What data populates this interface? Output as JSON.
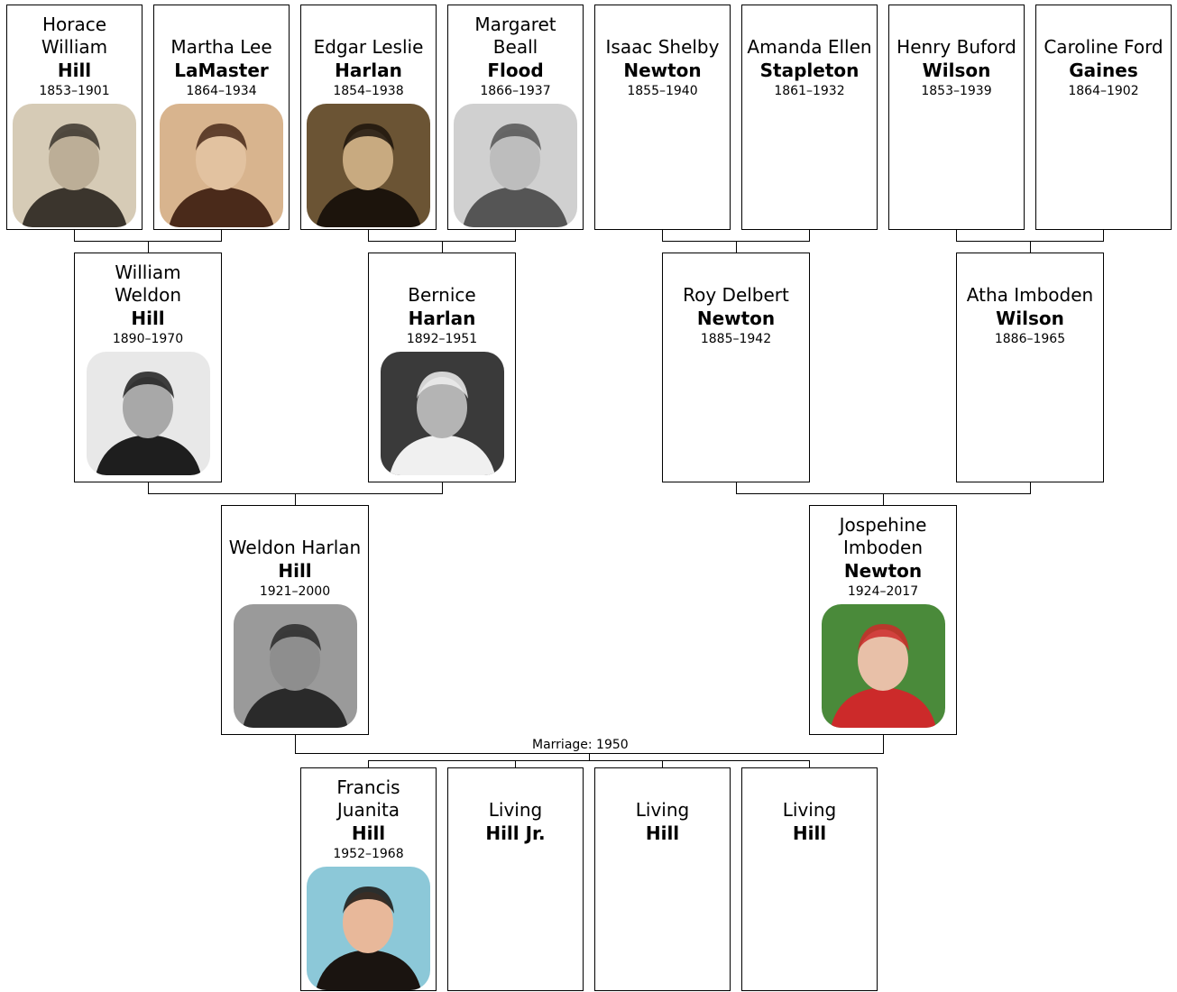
{
  "people": {
    "horace": {
      "given": "Horace\nWilliam",
      "surname": "Hill",
      "years": "1853–1901",
      "photo": {
        "bg": "#d6cbb6",
        "fg": "#3b352d",
        "skin": "#bcae97"
      }
    },
    "martha": {
      "given": "Martha Lee",
      "surname": "LaMaster",
      "years": "1864–1934",
      "photo": {
        "bg": "#d8b48e",
        "fg": "#4a2a1a",
        "skin": "#e2c2a0"
      }
    },
    "edgar": {
      "given": "Edgar Leslie",
      "surname": "Harlan",
      "years": "1854–1938",
      "photo": {
        "bg": "#6b5434",
        "fg": "#1c140c",
        "skin": "#c8aa80"
      }
    },
    "margaret": {
      "given": "Margaret\nBeall",
      "surname": "Flood",
      "years": "1866–1937",
      "photo": {
        "bg": "#d0d0d0",
        "fg": "#555555",
        "skin": "#bdbdbd"
      }
    },
    "isaac": {
      "given": "Isaac Shelby",
      "surname": "Newton",
      "years": "1855–1940"
    },
    "amanda": {
      "given": "Amanda Ellen",
      "surname": "Stapleton",
      "years": "1861–1932"
    },
    "henry": {
      "given": "Henry Buford",
      "surname": "Wilson",
      "years": "1853–1939"
    },
    "caroline": {
      "given": "Caroline Ford",
      "surname": "Gaines",
      "years": "1864–1902"
    },
    "william": {
      "given": "William\nWeldon",
      "surname": "Hill",
      "years": "1890–1970",
      "photo": {
        "bg": "#e8e8e8",
        "fg": "#1e1e1e",
        "skin": "#a8a8a8"
      }
    },
    "bernice": {
      "given": "Bernice",
      "surname": "Harlan",
      "years": "1892–1951",
      "photo": {
        "bg": "#3a3a3a",
        "fg": "#f0f0f0",
        "skin": "#b4b4b4"
      }
    },
    "roy": {
      "given": "Roy Delbert",
      "surname": "Newton",
      "years": "1885–1942"
    },
    "atha": {
      "given": "Atha Imboden",
      "surname": "Wilson",
      "years": "1886–1965"
    },
    "weldon": {
      "given": "Weldon Harlan",
      "surname": "Hill",
      "years": "1921–2000",
      "photo": {
        "bg": "#9a9a9a",
        "fg": "#2a2a2a",
        "skin": "#8e8e8e"
      }
    },
    "josephine": {
      "given": "Jospehine\nImboden",
      "surname": "Newton",
      "years": "1924–2017",
      "photo": {
        "bg": "#4a8a3a",
        "fg": "#cc2a2a",
        "skin": "#e8c0a8"
      }
    },
    "francis": {
      "given": "Francis\nJuanita",
      "surname": "Hill",
      "years": "1952–1968",
      "photo": {
        "bg": "#8cc8d8",
        "fg": "#1a1410",
        "skin": "#e8b89a"
      }
    },
    "living1": {
      "given": "Living",
      "surname": "Hill Jr.",
      "years": ""
    },
    "living2": {
      "given": "Living",
      "surname": "Hill",
      "years": ""
    },
    "living3": {
      "given": "Living",
      "surname": "Hill",
      "years": ""
    }
  },
  "marriage_label": "Marriage: 1950"
}
